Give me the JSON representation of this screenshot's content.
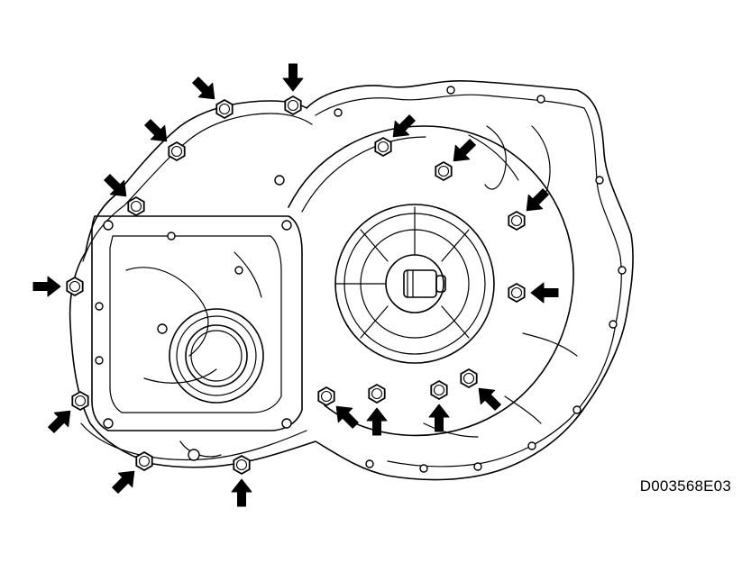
{
  "figure": {
    "code": "D003568E03"
  },
  "bolts": [
    {
      "id": 1,
      "arrow_dir": "down-right"
    },
    {
      "id": 2,
      "arrow_dir": "down"
    },
    {
      "id": 3,
      "arrow_dir": "down-right"
    },
    {
      "id": 4,
      "arrow_dir": "down-right"
    },
    {
      "id": 5,
      "arrow_dir": "right"
    },
    {
      "id": 6,
      "arrow_dir": "up-right"
    },
    {
      "id": 7,
      "arrow_dir": "up-right"
    },
    {
      "id": 8,
      "arrow_dir": "up"
    },
    {
      "id": 9,
      "arrow_dir": "up-left"
    },
    {
      "id": 10,
      "arrow_dir": "up"
    },
    {
      "id": 11,
      "arrow_dir": "up"
    },
    {
      "id": 12,
      "arrow_dir": "up-left"
    },
    {
      "id": 13,
      "arrow_dir": "left"
    },
    {
      "id": 14,
      "arrow_dir": "down-left"
    },
    {
      "id": 15,
      "arrow_dir": "down-left"
    },
    {
      "id": 16,
      "arrow_dir": "down-left"
    }
  ]
}
